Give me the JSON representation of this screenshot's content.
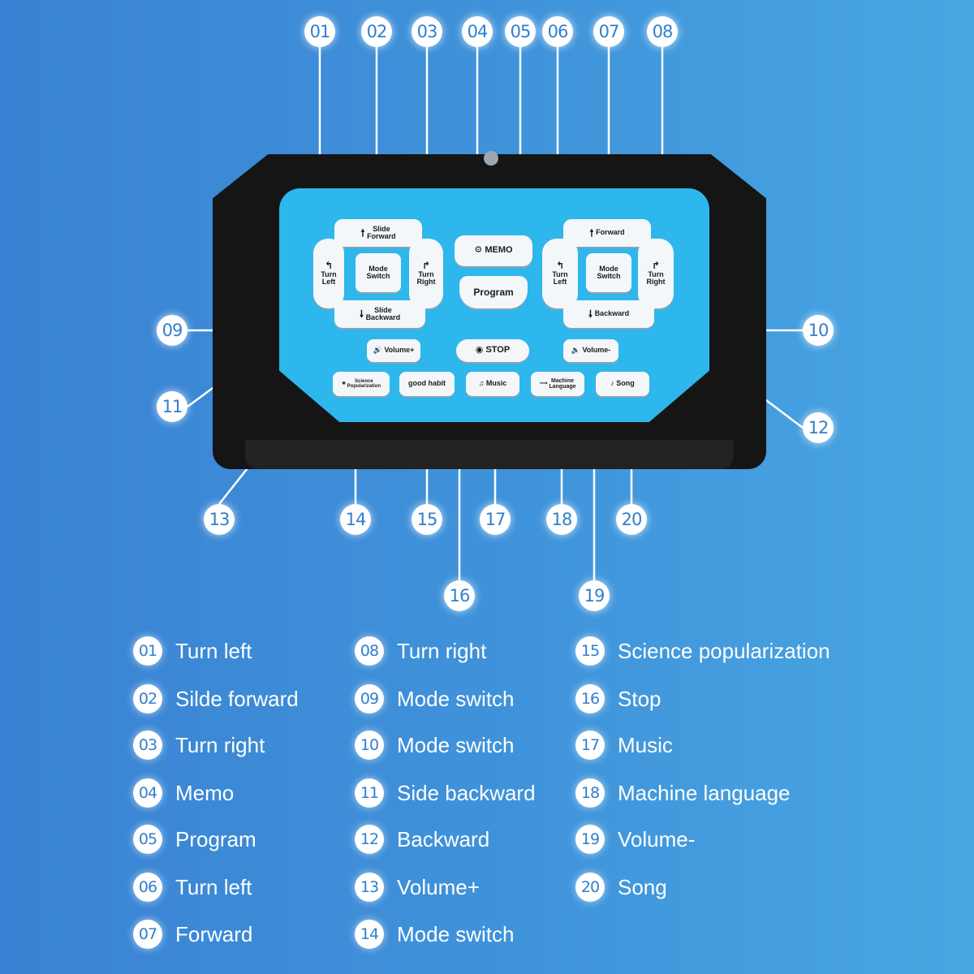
{
  "device": {
    "keys": {
      "slide_forward": {
        "arrow": "🠕",
        "line1": "Slide",
        "line2": "Forward"
      },
      "turn_left_a": {
        "arrow": "↰",
        "line1": "Turn",
        "line2": "Left"
      },
      "mode_switch_a": {
        "line1": "Mode",
        "line2": "Switch"
      },
      "turn_right_a": {
        "arrow": "↱",
        "line1": "Turn",
        "line2": "Right"
      },
      "slide_backward": {
        "arrow": "🠗",
        "line1": "Slide",
        "line2": "Backward"
      },
      "memo": {
        "icon": "⚙",
        "text": "MEMO"
      },
      "program": {
        "text": "Program"
      },
      "forward": {
        "arrow": "🠕",
        "text": "Forward"
      },
      "turn_left_b": {
        "arrow": "↰",
        "line1": "Turn",
        "line2": "Left"
      },
      "mode_switch_b": {
        "line1": "Mode",
        "line2": "Switch"
      },
      "turn_right_b": {
        "arrow": "↱",
        "line1": "Turn",
        "line2": "Right"
      },
      "backward": {
        "arrow": "🠗",
        "text": "Backward"
      },
      "volume_plus": {
        "icon": "🔊",
        "text": "Volume+"
      },
      "stop": {
        "icon": "◉",
        "text": "STOP"
      },
      "volume_minus": {
        "icon": "🔈",
        "text": "Volume-"
      },
      "science": {
        "icon": "✺",
        "line1": "Science",
        "line2": "Popularization"
      },
      "good_habit": {
        "text": "good habit"
      },
      "music": {
        "icon": "♫",
        "text": "Music"
      },
      "machine_language": {
        "icon": "⟿",
        "line1": "Machine",
        "line2": "Language"
      },
      "song": {
        "icon": "♪",
        "text": "Song"
      }
    }
  },
  "callouts": [
    "01",
    "02",
    "03",
    "04",
    "05",
    "06",
    "07",
    "08",
    "09",
    "10",
    "11",
    "12",
    "13",
    "14",
    "15",
    "16",
    "17",
    "18",
    "19",
    "20"
  ],
  "legend": [
    {
      "num": "01",
      "label": "Turn left"
    },
    {
      "num": "02",
      "label": "Silde forward"
    },
    {
      "num": "03",
      "label": "Turn right"
    },
    {
      "num": "04",
      "label": "Memo"
    },
    {
      "num": "05",
      "label": "Program"
    },
    {
      "num": "06",
      "label": "Turn left"
    },
    {
      "num": "07",
      "label": "Forward"
    },
    {
      "num": "08",
      "label": "Turn right"
    },
    {
      "num": "09",
      "label": "Mode switch"
    },
    {
      "num": "10",
      "label": "Mode switch"
    },
    {
      "num": "11",
      "label": "Side backward"
    },
    {
      "num": "12",
      "label": "Backward"
    },
    {
      "num": "13",
      "label": "Volume+"
    },
    {
      "num": "14",
      "label": "Mode switch"
    },
    {
      "num": "15",
      "label": "Science popularization"
    },
    {
      "num": "16",
      "label": "Stop"
    },
    {
      "num": "17",
      "label": "Music"
    },
    {
      "num": "18",
      "label": "Machine language"
    },
    {
      "num": "19",
      "label": "Volume-"
    },
    {
      "num": "20",
      "label": "Song"
    }
  ]
}
